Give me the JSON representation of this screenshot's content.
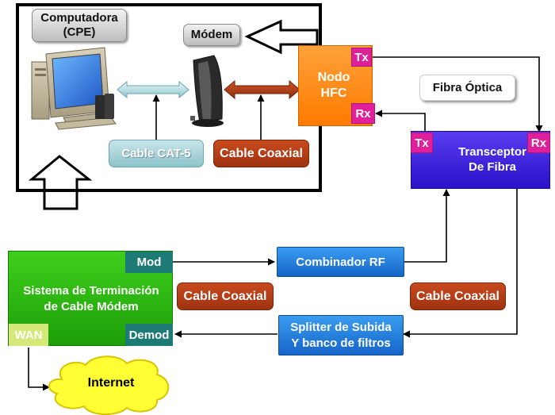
{
  "labels": {
    "computadora": "Computadora\n(CPE)",
    "modem": "Módem",
    "cable_cat5": "Cable CAT-5",
    "cable_coaxial_top": "Cable Coaxial",
    "nodo": "Nodo\nHFC",
    "nodo_tx": "Tx",
    "nodo_rx": "Rx",
    "fibra_optica": "Fibra Óptica",
    "transceptor": "Transceptor\nDe Fibra",
    "transceptor_tx": "Tx",
    "transceptor_rx": "Rx",
    "cmts": "Sistema de Terminación\nde Cable Módem",
    "mod": "Mod",
    "demod": "Demod",
    "wan": "WAN",
    "combinador": "Combinador RF",
    "cable_coaxial_left": "Cable Coaxial",
    "cable_coaxial_right": "Cable Coaxial",
    "splitter": "Splitter de Subida\nY banco de filtros",
    "internet": "Internet"
  },
  "colors": {
    "nodo": "#ff8c1a",
    "tx_rx_tag": "#e0209a",
    "transceptor": "#3d22e0",
    "cmts": "#2eb812",
    "blue_box": "#1e7ee0",
    "coax_label": "#b03a14",
    "cat5_label": "#a8d4da",
    "internet_cloud": "#ffff33"
  }
}
